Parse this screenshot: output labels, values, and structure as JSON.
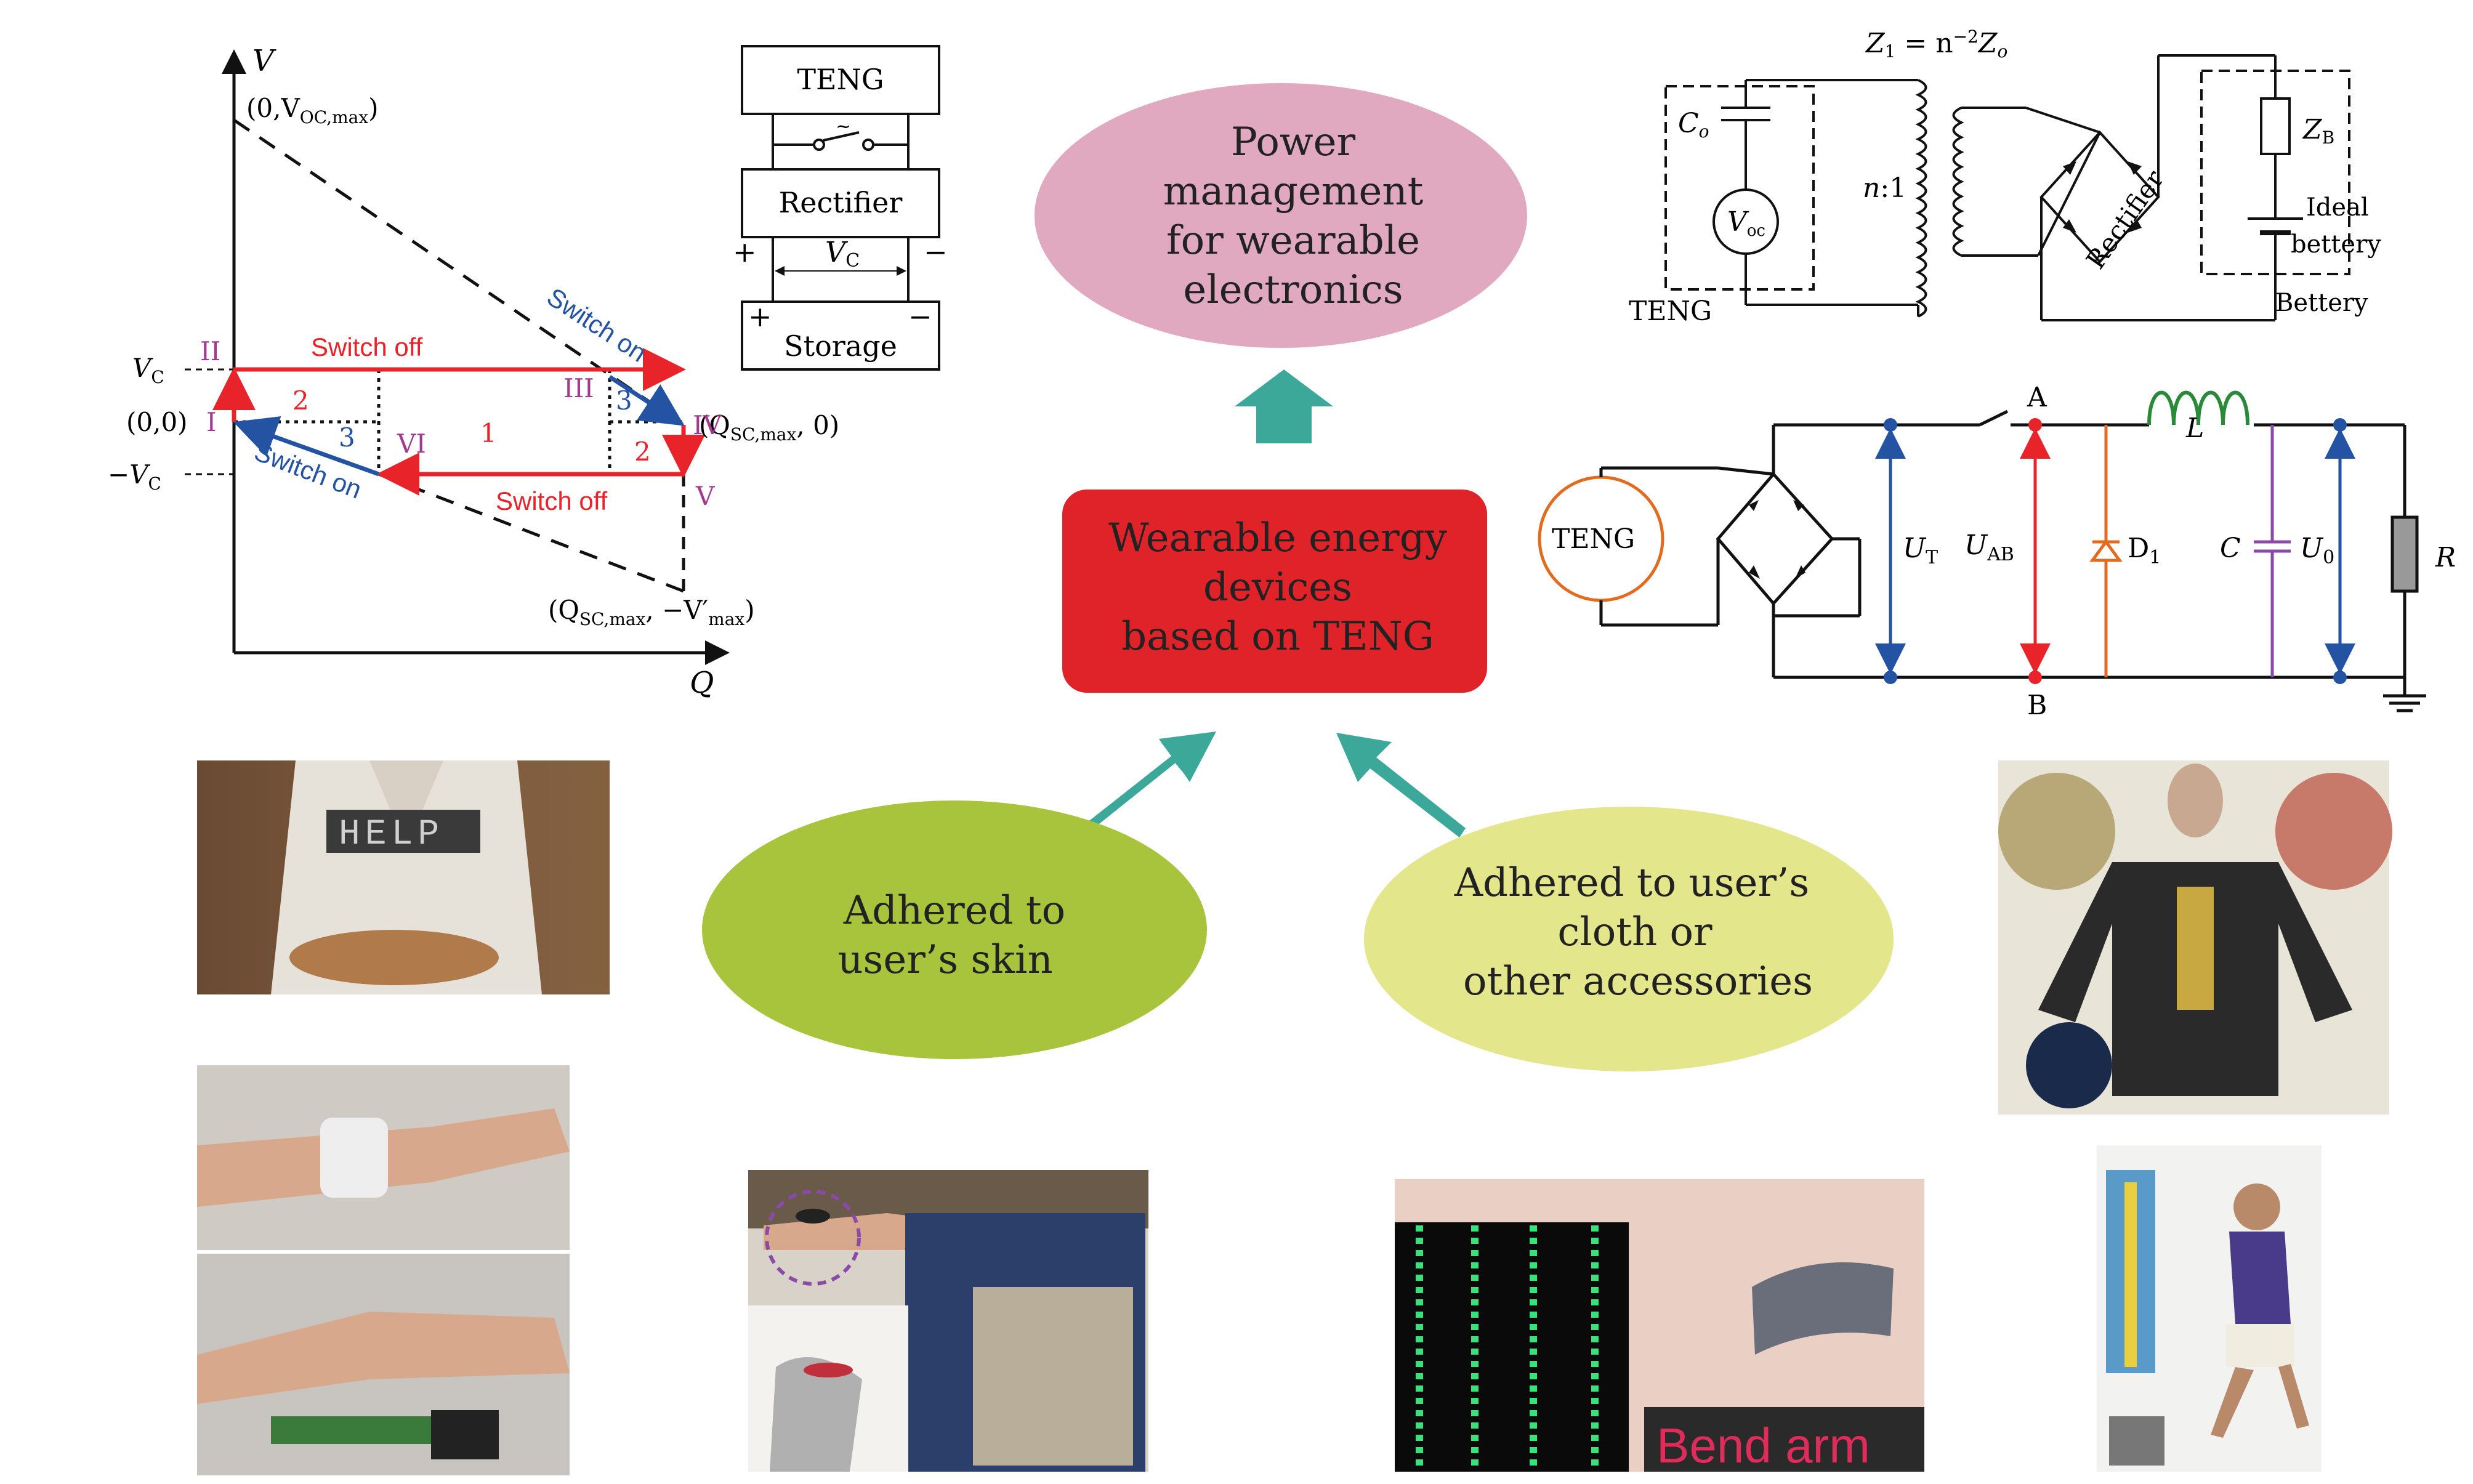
{
  "colors": {
    "red": "#e8232a",
    "blue": "#2453a3",
    "magenta": "#a23a8f",
    "teal": "#3ba89a",
    "pink_ellipse": "#e0a9bf",
    "green_ellipse": "#a8c43c",
    "yellow_ellipse": "#e3e68a",
    "center_box": "#e02229",
    "orange": "#e26b1f",
    "purple": "#8a4aa8",
    "inductor_green": "#2a8a3a"
  },
  "center": {
    "box_line1": "Wearable energy",
    "box_line2": "devices",
    "box_line3": "based on TENG",
    "top_line1": "Power",
    "top_line2": "management",
    "top_line3": "for wearable",
    "top_line4": "electronics",
    "skin_line1": "Adhered to",
    "skin_line2": "user’s skin",
    "cloth_line1": "Adhered to user’s",
    "cloth_line2": "cloth or",
    "cloth_line3": "other accessories"
  },
  "vq_plot": {
    "axis_v": "V",
    "axis_q": "Q",
    "origin_label": "(0,0)",
    "vmax_label": "(0,V",
    "vmax_sub": "OC,max",
    "vmax_close": ")",
    "vc": "V",
    "vc_sub": "C",
    "neg_vc": "−V",
    "neg_vc_sub": "C",
    "qsc_label": "(Q",
    "qsc_sub": "SC,max",
    "qsc_rest": ", 0)",
    "qsc_neg_label": "(Q",
    "qsc_neg_sub": "SC,max",
    "qsc_neg_rest": ", −V′",
    "qsc_neg_sub2": "max",
    "qsc_neg_close": ")",
    "switch_off_top": "Switch off",
    "switch_off_bottom": "Switch off",
    "switch_on_top": "Switch on",
    "switch_on_bottom": "Switch on",
    "points": {
      "p1": "I",
      "p2": "II",
      "p3": "III",
      "p4": "IV",
      "p5": "V",
      "p6": "VI"
    },
    "regions": {
      "r1": "1",
      "r2a": "2",
      "r2b": "2",
      "r3a": "3",
      "r3b": "3"
    }
  },
  "block_diagram": {
    "teng": "TENG",
    "rectifier": "Rectifier",
    "storage": "Storage",
    "vc": "V",
    "vc_sub": "C",
    "plus": "+",
    "minus": "−",
    "switch_symbol": "~"
  },
  "transformer_circuit": {
    "title": "Z",
    "title_sub": "1",
    "title_rest": " = n",
    "title_sup": "−2",
    "title_end": "Z",
    "title_end_sub": "o",
    "co": "C",
    "co_sub": "o",
    "voc": "V",
    "voc_sub": "oc",
    "ratio": "n",
    "ratio_rest": ":1",
    "teng": "TENG",
    "rectifier": "Rectifier",
    "zb": "Z",
    "zb_sub": "B",
    "ideal1": "Ideal",
    "ideal2": "bettery",
    "bettery": "Bettery"
  },
  "buck_circuit": {
    "teng": "TENG",
    "node_a": "A",
    "node_b": "B",
    "inductor": "L",
    "ut": "U",
    "ut_sub": "T",
    "uab": "U",
    "uab_sub": "AB",
    "d1": "D",
    "d1_sub": "1",
    "cap": "C",
    "u0": "U",
    "u0_sub": "0",
    "resistor": "R"
  },
  "photos": {
    "help_text": "HELP",
    "bend_arm": "Bend arm"
  }
}
